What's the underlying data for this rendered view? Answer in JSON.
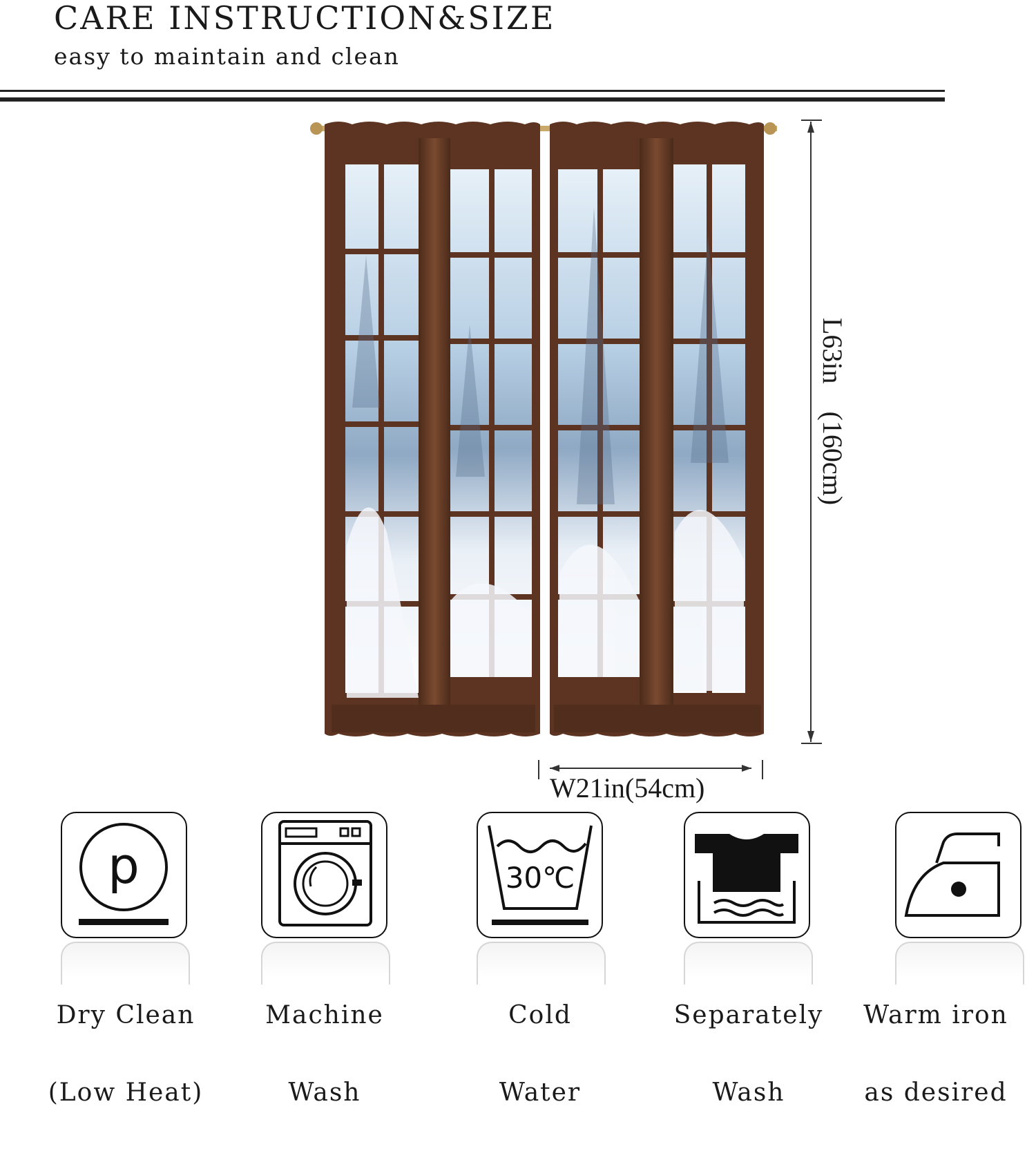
{
  "header": {
    "title": "CARE INSTRUCTION&SIZE",
    "subtitle": "easy to maintain and clean"
  },
  "dimensions": {
    "length_label": "L63in　(160cm)",
    "width_label": "W21in(54cm)"
  },
  "care_items": [
    {
      "icon": "dry-clean-icon",
      "line1": "Dry Clean",
      "line2": "(Low Heat)"
    },
    {
      "icon": "washing-machine-icon",
      "line1": "Machine",
      "line2": "Wash"
    },
    {
      "icon": "cold-water-30c-icon",
      "icon_text": "30℃",
      "line1": "Cold",
      "line2": "Water"
    },
    {
      "icon": "separate-wash-icon",
      "line1": "Separately",
      "line2": "Wash"
    },
    {
      "icon": "warm-iron-icon",
      "line1": "Warm iron",
      "line2": "as desired"
    }
  ],
  "colors": {
    "wood": "#6b3f28",
    "wood_dark": "#4a2a1a",
    "sky": "#bcd5ea",
    "snow": "#eef3f8"
  }
}
